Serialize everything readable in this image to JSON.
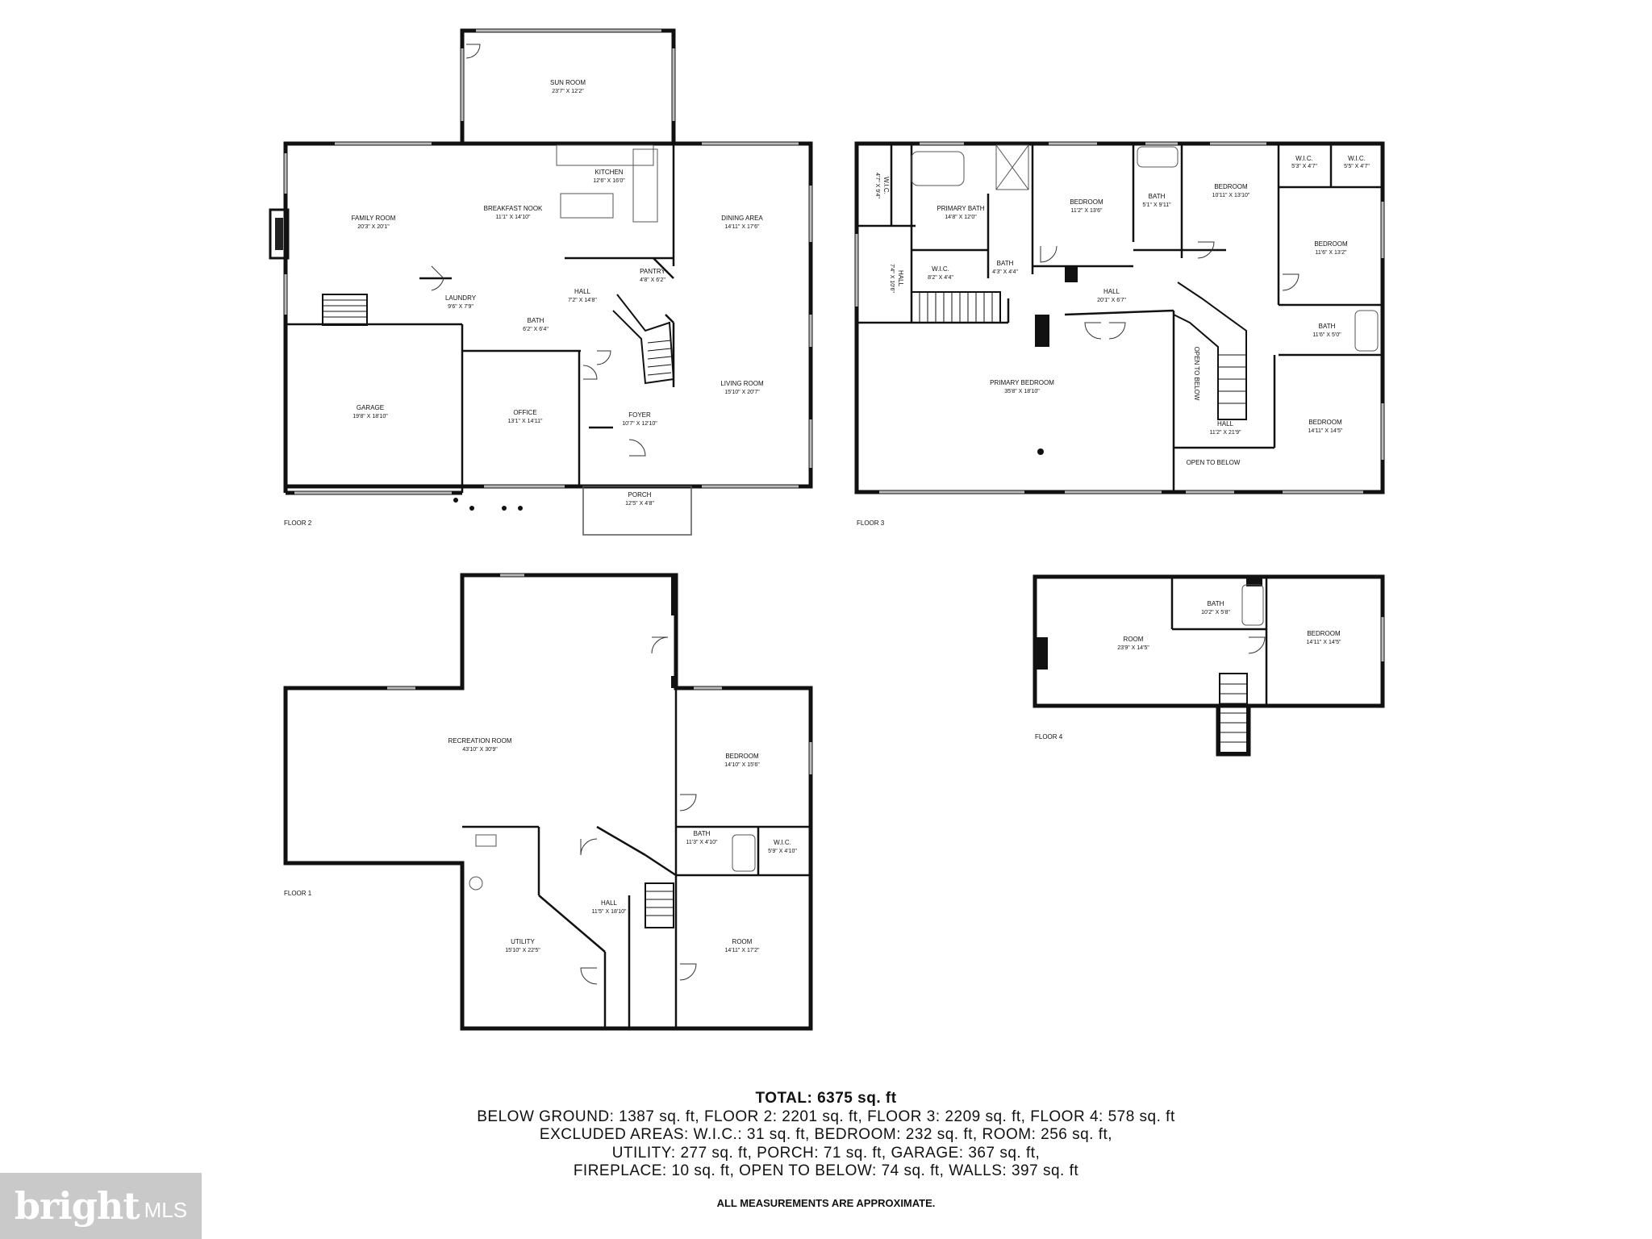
{
  "floors": {
    "floor2": {
      "label": "FLOOR 2",
      "rooms": [
        {
          "id": "sun",
          "name": "SUN ROOM",
          "dim": "23'7\" X 12'2\""
        },
        {
          "id": "family",
          "name": "FAMILY ROOM",
          "dim": "20'3\" X 20'1\""
        },
        {
          "id": "kitchen",
          "name": "KITCHEN",
          "dim": "12'6\" X 16'0\""
        },
        {
          "id": "nook",
          "name": "BREAKFAST NOOK",
          "dim": "11'1\" X 14'10\""
        },
        {
          "id": "dining",
          "name": "DINING AREA",
          "dim": "14'11\" X 17'6\""
        },
        {
          "id": "pantry",
          "name": "PANTRY",
          "dim": "4'8\" X 6'2\""
        },
        {
          "id": "hall",
          "name": "HALL",
          "dim": "7'2\" X 14'8\""
        },
        {
          "id": "laundry",
          "name": "LAUNDRY",
          "dim": "9'6\" X 7'9\""
        },
        {
          "id": "bath",
          "name": "BATH",
          "dim": "6'2\" X 6'4\""
        },
        {
          "id": "garage",
          "name": "GARAGE",
          "dim": "19'8\" X 18'10\""
        },
        {
          "id": "office",
          "name": "OFFICE",
          "dim": "13'1\" X 14'11\""
        },
        {
          "id": "foyer",
          "name": "FOYER",
          "dim": "10'7\" X 12'10\""
        },
        {
          "id": "living",
          "name": "LIVING ROOM",
          "dim": "15'10\" X 20'7\""
        },
        {
          "id": "porch",
          "name": "PORCH",
          "dim": "12'5\" X 4'8\""
        }
      ]
    },
    "floor3": {
      "label": "FLOOR 3",
      "rooms": [
        {
          "id": "wic1",
          "name": "W.I.C.",
          "dim": "4'7\" X 9'4\""
        },
        {
          "id": "hallv",
          "name": "HALL",
          "dim": "7'4\" X 10'6\""
        },
        {
          "id": "pbath",
          "name": "PRIMARY BATH",
          "dim": "14'8\" X 12'0\""
        },
        {
          "id": "wic2",
          "name": "W.I.C.",
          "dim": "8'2\" X 4'4\""
        },
        {
          "id": "bath44",
          "name": "BATH",
          "dim": "4'3\" X 4'4\""
        },
        {
          "id": "bed1",
          "name": "BEDROOM",
          "dim": "11'2\" X 13'6\""
        },
        {
          "id": "bath2",
          "name": "BATH",
          "dim": "5'1\" X 9'11\""
        },
        {
          "id": "bed2",
          "name": "BEDROOM",
          "dim": "10'11\" X 13'10\""
        },
        {
          "id": "wic3",
          "name": "W.I.C.",
          "dim": "5'3\" X 4'7\""
        },
        {
          "id": "wic4",
          "name": "W.I.C.",
          "dim": "5'5\" X 4'7\""
        },
        {
          "id": "bed3",
          "name": "BEDROOM",
          "dim": "11'6\" X 13'2\""
        },
        {
          "id": "hall3",
          "name": "HALL",
          "dim": "20'1\" X 6'7\""
        },
        {
          "id": "bath3",
          "name": "BATH",
          "dim": "11'6\" X 5'0\""
        },
        {
          "id": "pbed",
          "name": "PRIMARY BEDROOM",
          "dim": "35'8\" X 18'10\""
        },
        {
          "id": "hall4",
          "name": "HALL",
          "dim": "11'2\" X 21'9\""
        },
        {
          "id": "bed4",
          "name": "BEDROOM",
          "dim": "14'11\" X 14'5\""
        }
      ],
      "open_below_v": "OPEN TO BELOW",
      "open_below_h": "OPEN TO BELOW"
    },
    "floor1": {
      "label": "FLOOR 1",
      "rooms": [
        {
          "id": "rec",
          "name": "RECREATION ROOM",
          "dim": "43'10\" X 30'9\""
        },
        {
          "id": "bed",
          "name": "BEDROOM",
          "dim": "14'10\" X 15'6\""
        },
        {
          "id": "bath",
          "name": "BATH",
          "dim": "11'3\" X 4'10\""
        },
        {
          "id": "wic",
          "name": "W.I.C.",
          "dim": "5'9\" X 4'10\""
        },
        {
          "id": "hall",
          "name": "HALL",
          "dim": "11'5\" X 18'10\""
        },
        {
          "id": "utility",
          "name": "UTILITY",
          "dim": "15'10\" X 22'5\""
        },
        {
          "id": "room",
          "name": "ROOM",
          "dim": "14'11\" X 17'2\""
        }
      ]
    },
    "floor4": {
      "label": "FLOOR 4",
      "rooms": [
        {
          "id": "bath",
          "name": "BATH",
          "dim": "10'2\" X 5'8\""
        },
        {
          "id": "room",
          "name": "ROOM",
          "dim": "23'9\" X 14'5\""
        },
        {
          "id": "bed",
          "name": "BEDROOM",
          "dim": "14'11\" X 14'5\""
        }
      ]
    }
  },
  "summary": {
    "total": "TOTAL: 6375 sq. ft",
    "lines": [
      "BELOW GROUND: 1387 sq. ft, FLOOR 2: 2201 sq. ft, FLOOR 3: 2209 sq. ft, FLOOR 4: 578 sq. ft",
      "EXCLUDED AREAS: W.I.C.: 31 sq. ft, BEDROOM: 232 sq. ft, ROOM: 256 sq. ft,",
      "UTILITY: 277 sq. ft, PORCH: 71 sq. ft, GARAGE: 367 sq. ft,",
      "FIREPLACE: 10 sq. ft, OPEN TO BELOW: 74 sq. ft, WALLS: 397 sq. ft"
    ],
    "disclaimer": "ALL MEASUREMENTS ARE APPROXIMATE."
  },
  "branding": {
    "word": "bright",
    "suffix": "MLS"
  }
}
